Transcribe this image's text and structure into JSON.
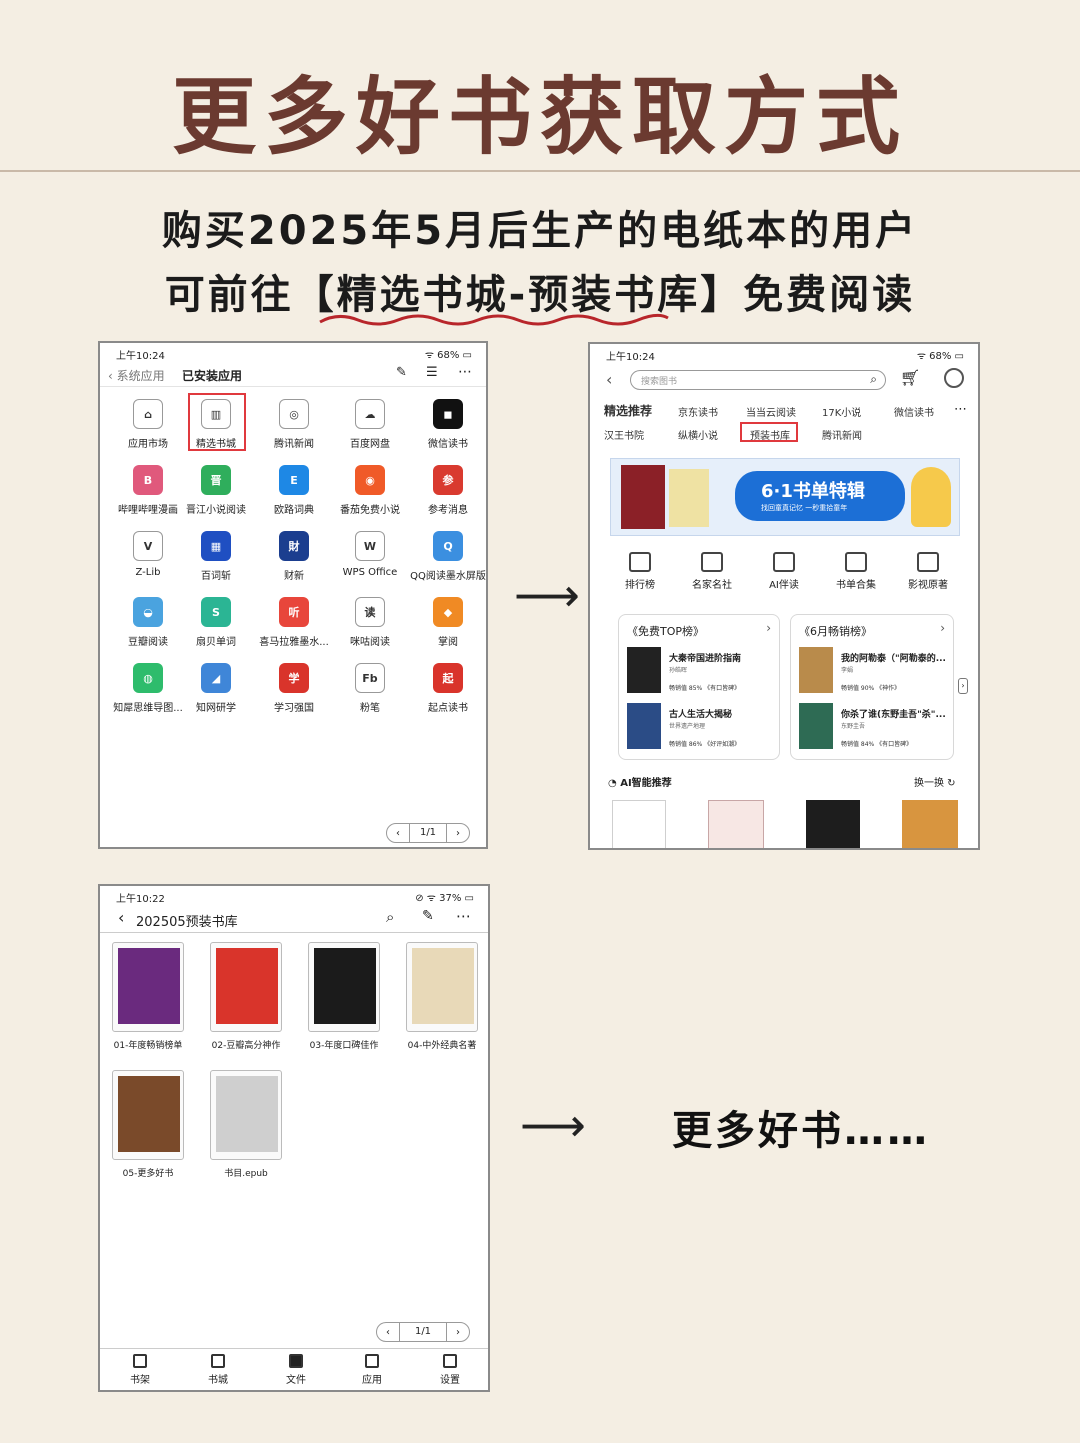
{
  "header": {
    "title": "更多好书获取方式",
    "line1": "购买2025年5月后生产的电纸本的用户",
    "line2": "可前往【精选书城-预装书库】免费阅读"
  },
  "screen1": {
    "time": "上午10:24",
    "battery": "68%",
    "back_label": "系统应用",
    "title": "已安装应用",
    "apps": [
      {
        "label": "应用市场",
        "color": "#ffffff",
        "glyph": "⌂"
      },
      {
        "label": "精选书城",
        "color": "#ffffff",
        "glyph": "▥"
      },
      {
        "label": "腾讯新闻",
        "color": "#ffffff",
        "glyph": "◎"
      },
      {
        "label": "百度网盘",
        "color": "#ffffff",
        "glyph": "☁"
      },
      {
        "label": "微信读书",
        "color": "#111111",
        "glyph": "◼"
      },
      {
        "label": "哔哩哔哩漫画",
        "color": "#e0597c",
        "glyph": "B"
      },
      {
        "label": "晋江小说阅读",
        "color": "#2fae5c",
        "glyph": "晋"
      },
      {
        "label": "欧路词典",
        "color": "#1e88e5",
        "glyph": "E"
      },
      {
        "label": "番茄免费小说",
        "color": "#f05a28",
        "glyph": "◉"
      },
      {
        "label": "参考消息",
        "color": "#d93a2f",
        "glyph": "参"
      },
      {
        "label": "Z-Lib",
        "color": "#ffffff",
        "glyph": "V"
      },
      {
        "label": "百词斩",
        "color": "#1f4fc2",
        "glyph": "▦"
      },
      {
        "label": "财新",
        "color": "#1b3e8f",
        "glyph": "財"
      },
      {
        "label": "WPS Office",
        "color": "#ffffff",
        "glyph": "W"
      },
      {
        "label": "QQ阅读墨水屏版",
        "color": "#3b8fe0",
        "glyph": "Q"
      },
      {
        "label": "豆瓣阅读",
        "color": "#4aa3df",
        "glyph": "◒"
      },
      {
        "label": "扇贝单词",
        "color": "#2bb594",
        "glyph": "S"
      },
      {
        "label": "喜马拉雅墨水...",
        "color": "#e8463b",
        "glyph": "听"
      },
      {
        "label": "咪咕阅读",
        "color": "#ffffff",
        "glyph": "读"
      },
      {
        "label": "掌阅",
        "color": "#f08a24",
        "glyph": "◆"
      },
      {
        "label": "知犀思维导图...",
        "color": "#2ebc6c",
        "glyph": "◍"
      },
      {
        "label": "知网研学",
        "color": "#3f86d8",
        "glyph": "◢"
      },
      {
        "label": "学习强国",
        "color": "#d9342b",
        "glyph": "学"
      },
      {
        "label": "粉笔",
        "color": "#ffffff",
        "glyph": "Fb"
      },
      {
        "label": "起点读书",
        "color": "#d9342b",
        "glyph": "起"
      }
    ],
    "pager": "1/1"
  },
  "screen2": {
    "time": "上午10:24",
    "battery": "68%",
    "search_placeholder": "搜索图书",
    "tabs_row1": [
      "精选推荐",
      "京东读书",
      "当当云阅读",
      "17K小说",
      "微信读书"
    ],
    "tabs_row2": [
      "汉王书院",
      "纵横小说",
      "预装书库",
      "腾讯新闻"
    ],
    "banner_text": "6·1书单特辑",
    "banner_sub": "找回童真记忆 一秒重拾童年",
    "quick": [
      "排行榜",
      "名家名社",
      "AI伴读",
      "书单合集",
      "影视原著"
    ],
    "card1": {
      "title": "《免费TOP榜》",
      "books": [
        {
          "title": "大秦帝国进阶指南",
          "author": "孙皓晖",
          "stat": "畅销值 85% 《有口皆碑》"
        },
        {
          "title": "古人生活大揭秘",
          "author": "世界遗产地理",
          "stat": "畅销值 86% 《好评如潮》"
        }
      ]
    },
    "card2": {
      "title": "《6月畅销榜》",
      "books": [
        {
          "title": "我的阿勒泰（\"阿勒泰的...",
          "author": "李娟",
          "stat": "畅销值 90% 《神作》"
        },
        {
          "title": "你杀了谁(东野圭吾\"杀\"...",
          "author": "东野圭吾",
          "stat": "畅销值 84% 《有口皆碑》"
        }
      ]
    },
    "ai_label": "AI智能推荐",
    "refresh": "换一换"
  },
  "screen3": {
    "time": "上午10:22",
    "battery": "37%",
    "title": "202505预装书库",
    "folders": [
      {
        "label": "01-年度畅销榜单"
      },
      {
        "label": "02-豆瓣高分神作"
      },
      {
        "label": "03-年度口碑佳作"
      },
      {
        "label": "04-中外经典名著"
      },
      {
        "label": "05-更多好书"
      },
      {
        "label": "书目.epub"
      }
    ],
    "pager": "1/1",
    "bottom_tabs": [
      "书架",
      "书城",
      "文件",
      "应用",
      "设置"
    ]
  },
  "arrows": [
    "⟶",
    "⟶"
  ],
  "more_text": "更多好书……",
  "colors": {
    "background": "#f4eee3",
    "title": "#6b3a30",
    "highlight": "#e0393e",
    "banner": "#1c6fd6"
  }
}
